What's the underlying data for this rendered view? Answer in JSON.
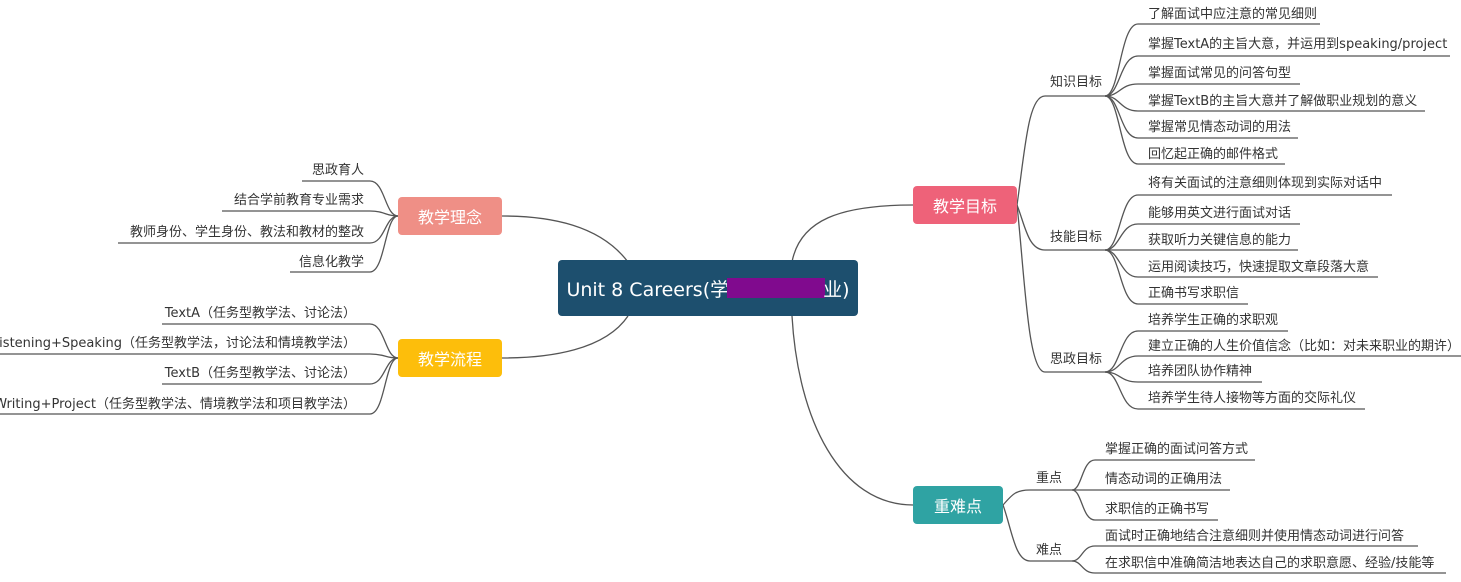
{
  "colors": {
    "root": "#1d4f6e",
    "teaching_goals": "#ee6279",
    "teaching_philosophy": "#ef8f86",
    "teaching_process": "#fdbe0b",
    "key_points": "#2fa3a3",
    "redaction": "#800a8e",
    "line": "#555555"
  },
  "root": {
    "prefix": "Unit 8 Careers(学",
    "suffix": "业)"
  },
  "teaching_philosophy": {
    "title": "教学理念",
    "items": [
      "思政育人",
      "结合学前教育专业需求",
      "教师身份、学生身份、教法和教材的整改",
      "信息化教学"
    ]
  },
  "teaching_process": {
    "title": "教学流程",
    "items": [
      "TextA（任务型教学法、讨论法）",
      "Listening+Speaking（任务型教学法，讨论法和情境教学法）",
      "TextB（任务型教学法、讨论法）",
      "Writing+Project（任务型教学法、情境教学法和项目教学法）"
    ]
  },
  "teaching_goals": {
    "title": "教学目标",
    "groups": [
      {
        "label": "知识目标",
        "items": [
          "了解面试中应注意的常见细则",
          "掌握TextA的主旨大意，并运用到speaking/project",
          "掌握面试常见的问答句型",
          "掌握TextB的主旨大意并了解做职业规划的意义",
          "掌握常见情态动词的用法",
          "回忆起正确的邮件格式"
        ]
      },
      {
        "label": "技能目标",
        "items": [
          "将有关面试的注意细则体现到实际对话中",
          "能够用英文进行面试对话",
          "获取听力关键信息的能力",
          "运用阅读技巧，快速提取文章段落大意",
          "正确书写求职信"
        ]
      },
      {
        "label": "思政目标",
        "items": [
          "培养学生正确的求职观",
          "建立正确的人生价值信念（比如：对未来职业的期许）",
          "培养团队协作精神",
          "培养学生待人接物等方面的交际礼仪"
        ]
      }
    ]
  },
  "key_points": {
    "title": "重难点",
    "groups": [
      {
        "label": "重点",
        "items": [
          "掌握正确的面试问答方式",
          "情态动词的正确用法",
          "求职信的正确书写"
        ]
      },
      {
        "label": "难点",
        "items": [
          "面试时正确地结合注意细则并使用情态动词进行问答",
          "在求职信中准确简洁地表达自己的求职意愿、经验/技能等"
        ]
      }
    ]
  }
}
